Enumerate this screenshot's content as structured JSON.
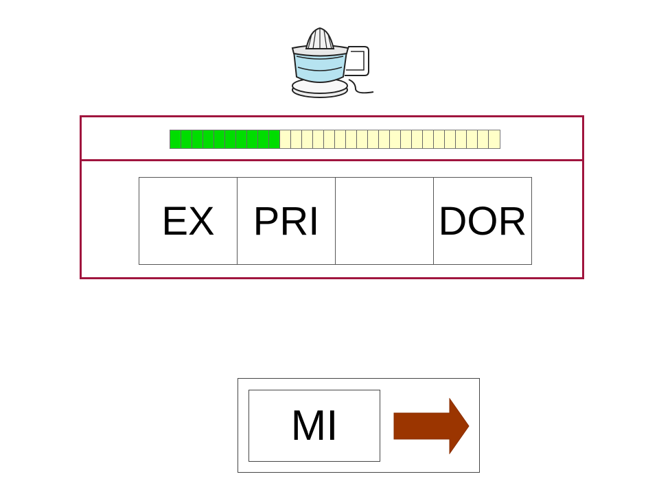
{
  "illustration": {
    "icon": "citrus-juicer-icon"
  },
  "progress": {
    "completed": 10,
    "total": 30,
    "done_color": "#00dd00",
    "todo_color": "#ffffc8"
  },
  "word": {
    "syllables": [
      {
        "text": "EX"
      },
      {
        "text": "PRI"
      },
      {
        "text": ""
      },
      {
        "text": "DOR"
      }
    ]
  },
  "answer": {
    "option_label": "MI",
    "next_icon": "right-arrow-icon",
    "arrow_color": "#9b3500"
  },
  "colors": {
    "frame": "#a0153e"
  }
}
